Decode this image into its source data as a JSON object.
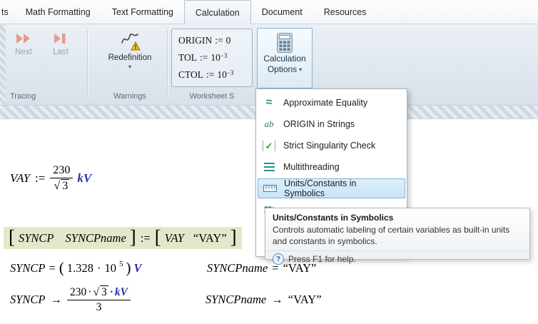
{
  "tabs": {
    "partial": "ts",
    "items": [
      {
        "label": "Math Formatting"
      },
      {
        "label": "Text Formatting"
      },
      {
        "label": "Calculation"
      },
      {
        "label": "Document"
      },
      {
        "label": "Resources"
      }
    ]
  },
  "ribbon": {
    "tracing": {
      "group": "Tracing",
      "next": "Next",
      "last": "Last"
    },
    "warnings": {
      "group": "Warnings",
      "redefinition": "Redefinition",
      "caret": "▾"
    },
    "settings": {
      "group": "Worksheet S",
      "origin_name": "ORIGIN",
      "origin_op": ":=",
      "origin_val": "0",
      "tol_name": "TOL",
      "tol_op": ":=",
      "tol_base": "10",
      "tol_exp": "−3",
      "ctol_name": "CTOL",
      "ctol_op": ":=",
      "ctol_base": "10",
      "ctol_exp": "−3"
    },
    "calc_options": {
      "line1": "Calculation",
      "line2": "Options",
      "caret": "▾"
    }
  },
  "menu": {
    "items": [
      {
        "label": "Approximate Equality",
        "glyph": "≈"
      },
      {
        "label": "ORIGIN in Strings",
        "glyph": "ab"
      },
      {
        "label": "Strict Singularity Check",
        "glyph": "✓"
      },
      {
        "label": "Multithreading",
        "glyph": ""
      },
      {
        "label": "Units/Constants in Symbolics",
        "glyph": ""
      },
      {
        "label": "",
        "glyph": ""
      }
    ]
  },
  "tooltip": {
    "title": "Units/Constants in Symbolics",
    "body": "Controls automatic labeling of certain variables as built-in units and constants in symbolics.",
    "help": "Press F1 for help.",
    "help_glyph": "?"
  },
  "math": {
    "e1": {
      "v": "VAY",
      "op": ":=",
      "num": "230",
      "sqrt": "√",
      "rad": "3",
      "unit": "kV"
    },
    "e2": {
      "ob": "[",
      "v1": "SYNCP",
      "v2": "SYNCPname",
      "cb": "]",
      "op": ":=",
      "ob2": "[",
      "r1": "VAY",
      "r2": "“VAY”",
      "cb2": "]"
    },
    "e3": {
      "v": "SYNCP",
      "op": "=",
      "po": "(",
      "mant": "1.328",
      "dot": "·",
      "base": "10",
      "exp": "5",
      "pc": ")",
      "unit": "V"
    },
    "e3b": {
      "v": "SYNCPname",
      "op": "=",
      "val": "“VAY”"
    },
    "e4": {
      "v": "SYNCP",
      "op": "→",
      "n1": "230",
      "d1": "·",
      "sqrt": "√",
      "rad": "3",
      "d2": "·",
      "unit": "kV",
      "den": "3"
    },
    "e4b": {
      "v": "SYNCPname",
      "op": "→",
      "val": "“VAY”"
    }
  },
  "colors": {
    "unit_blue": "#2b2fb5",
    "selection_highlight": "#e3e8ca",
    "menu_select": "#cde6f8"
  }
}
